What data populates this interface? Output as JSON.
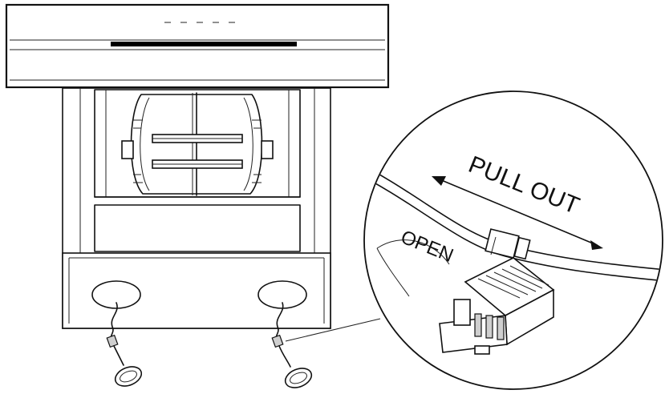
{
  "labels": {
    "pull_out": "PULL OUT",
    "open": "OPEN"
  },
  "colors": {
    "line": "#111111",
    "background": "#ffffff",
    "shade": "#cfcfcf"
  },
  "icons": {
    "pull_out_arrow": "double-headed-arrow",
    "open_arrow": "curved-arrow"
  }
}
